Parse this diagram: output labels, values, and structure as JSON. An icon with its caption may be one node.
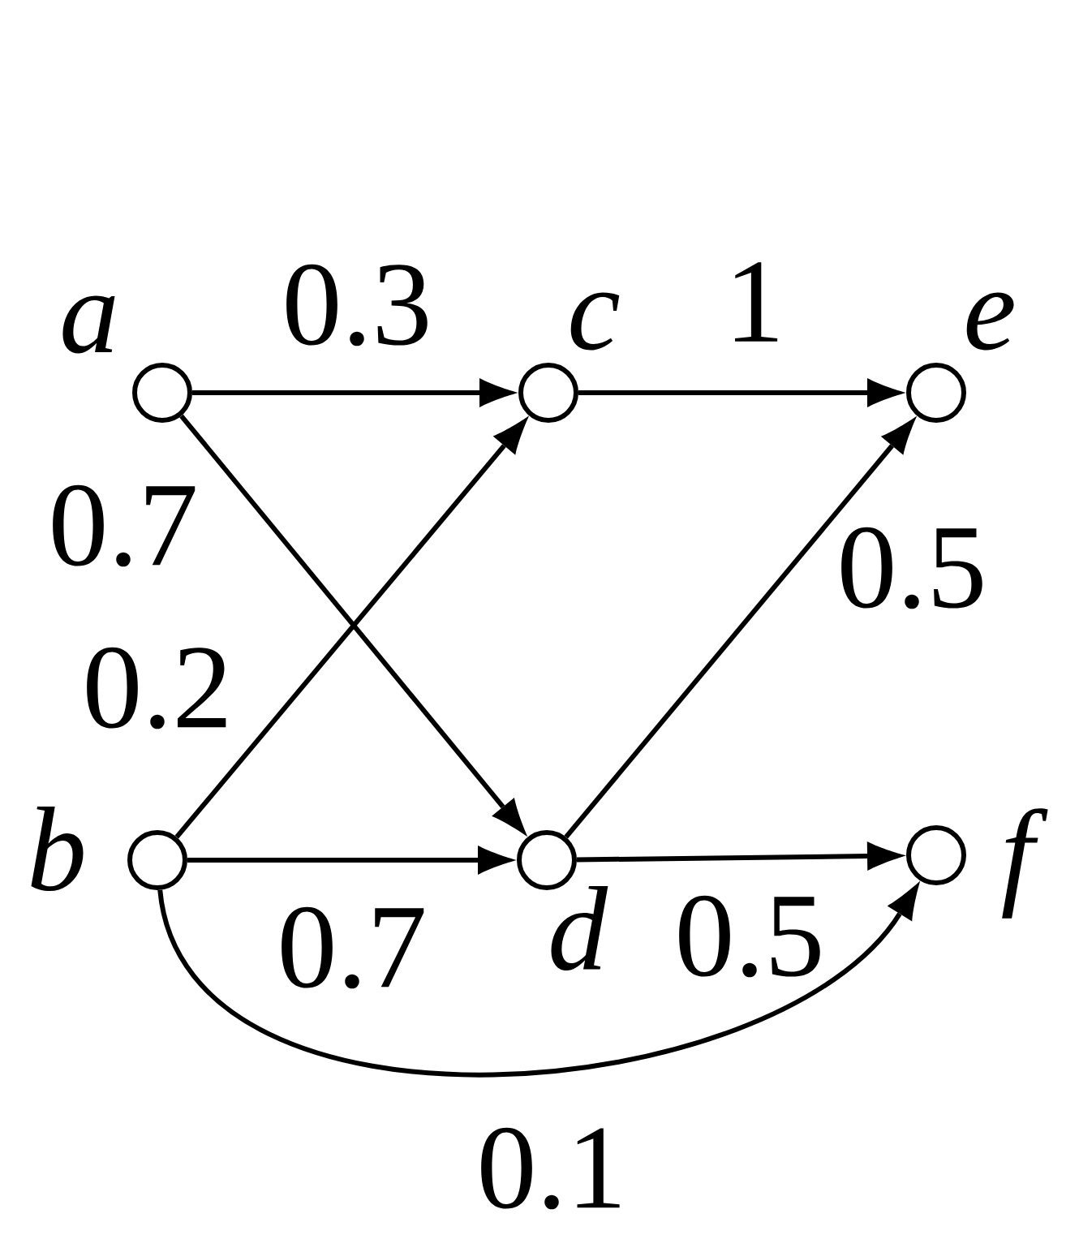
{
  "diagram": {
    "nodes": [
      {
        "text": [],
        "shape": "circle",
        "beside": [
          "a"
        ]
      },
      {
        "text": [],
        "shape": "circle",
        "beside": [
          "c"
        ]
      },
      {
        "text": [],
        "shape": "circle",
        "beside": [
          "e"
        ]
      },
      {
        "text": [],
        "shape": "circle",
        "beside": [
          "b"
        ]
      },
      {
        "text": [],
        "shape": "circle",
        "beside": [
          "d"
        ]
      },
      {
        "text": [],
        "shape": "circle",
        "beside": [
          "f"
        ]
      }
    ],
    "edges": [
      {
        "from": 0,
        "to": 1,
        "arrow": "to",
        "label": "0.3"
      },
      {
        "from": 1,
        "to": 2,
        "arrow": "to",
        "label": "1"
      },
      {
        "from": 0,
        "to": 4,
        "arrow": "to",
        "label": "0.7"
      },
      {
        "from": 3,
        "to": 1,
        "arrow": "to",
        "label": "0.2"
      },
      {
        "from": 4,
        "to": 2,
        "arrow": "to",
        "label": "0.5"
      },
      {
        "from": 3,
        "to": 4,
        "arrow": "to",
        "label": "0.7"
      },
      {
        "from": 4,
        "to": 5,
        "arrow": "to",
        "label": "0.5"
      },
      {
        "from": 3,
        "to": 5,
        "arrow": "to",
        "label": "0.1"
      }
    ]
  }
}
